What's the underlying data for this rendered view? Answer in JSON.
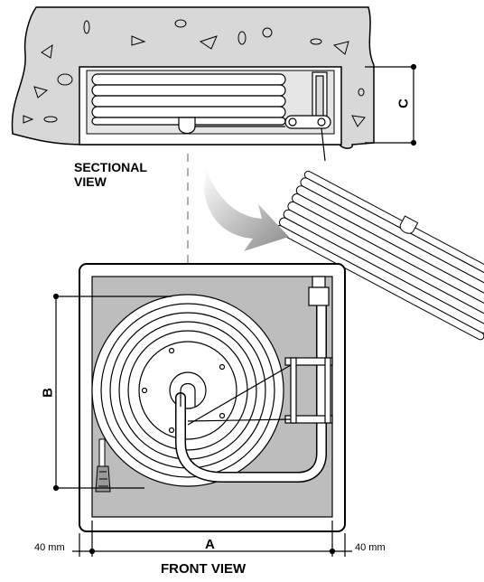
{
  "sectional_view": {
    "title_line1": "SECTIONAL",
    "title_line2": "VIEW",
    "dimension_c": "C"
  },
  "front_view": {
    "title": "FRONT VIEW",
    "dimension_a": "A",
    "dimension_b": "B",
    "margin_left": "40 mm",
    "margin_right": "40 mm"
  },
  "colors": {
    "wall": "#d8d8d8",
    "cabinet_interior": "#bdbdbd",
    "line": "#000000",
    "reel_fill": "#ffffff",
    "arrow_gradient_start": "#ffffff",
    "arrow_gradient_end": "#8a8a8a"
  }
}
